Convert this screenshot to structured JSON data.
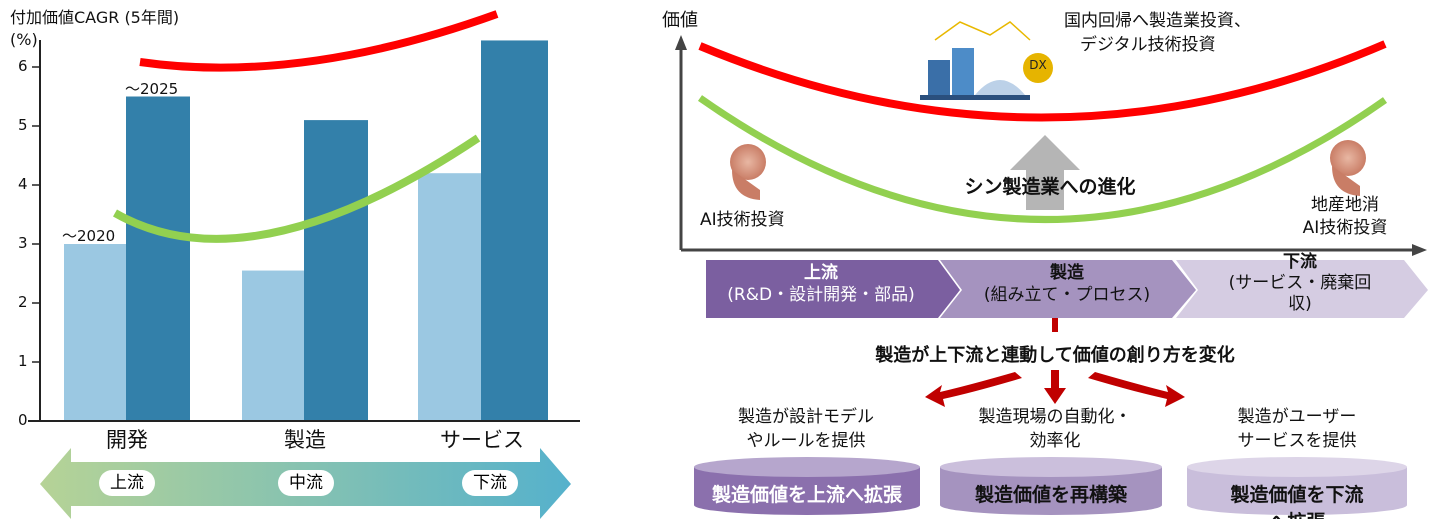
{
  "chart_data": {
    "type": "bar",
    "title": "付加価値CAGR (5年間)",
    "ylabel": "(%)",
    "categories": [
      "開発",
      "製造",
      "サービス"
    ],
    "series": [
      {
        "name": "〜2020",
        "values": [
          3.0,
          2.55,
          4.2
        ],
        "color": "#9bc8e2"
      },
      {
        "name": "〜2025",
        "values": [
          5.5,
          5.1,
          6.45
        ],
        "color": "#3380aa"
      }
    ],
    "ylim": [
      0,
      6.5
    ],
    "yticks": [
      "0",
      "1",
      "2",
      "3",
      "4",
      "5",
      "6"
    ],
    "grid": false
  },
  "left": {
    "flow_labels": [
      "上流",
      "中流",
      "下流"
    ]
  },
  "right": {
    "y_axis_label": "価値",
    "dx_badge": "DX",
    "top_caption_line1": "国内回帰へ製造業投資、",
    "top_caption_line2": "デジタル技術投資",
    "center_label": "シン製造業への進化",
    "ai_left": "AI技術投資",
    "ai_right_line1": "地産地消",
    "ai_right_line2": "AI技術投資",
    "stages": [
      {
        "title": "上流",
        "sub": "(R&D・設計開発・部品)"
      },
      {
        "title": "製造",
        "sub": "(組み立て・プロセス)"
      },
      {
        "title": "下流",
        "sub": "(サービス・廃棄回",
        "sub2": "収)"
      }
    ],
    "change_caption": "製造が上下流と連動して価値の創り方を変化",
    "outcomes": [
      {
        "desc1": "製造が設計モデル",
        "desc2": "やルールを提供",
        "label": "製造価値を上流へ拡張"
      },
      {
        "desc1": "製造現場の自動化・",
        "desc2": "効率化",
        "label": "製造価値を再構築"
      },
      {
        "desc1": "製造がユーザー",
        "desc2": "サービスを提供",
        "label": "製造価値を下流へ拡張"
      }
    ],
    "colors": {
      "red": "#ff0000",
      "green": "#92d050",
      "purple_dark": "#7b5fa0",
      "purple_mid": "#a593bf",
      "purple_light": "#d5cce2",
      "arrow": "#c00000"
    }
  }
}
